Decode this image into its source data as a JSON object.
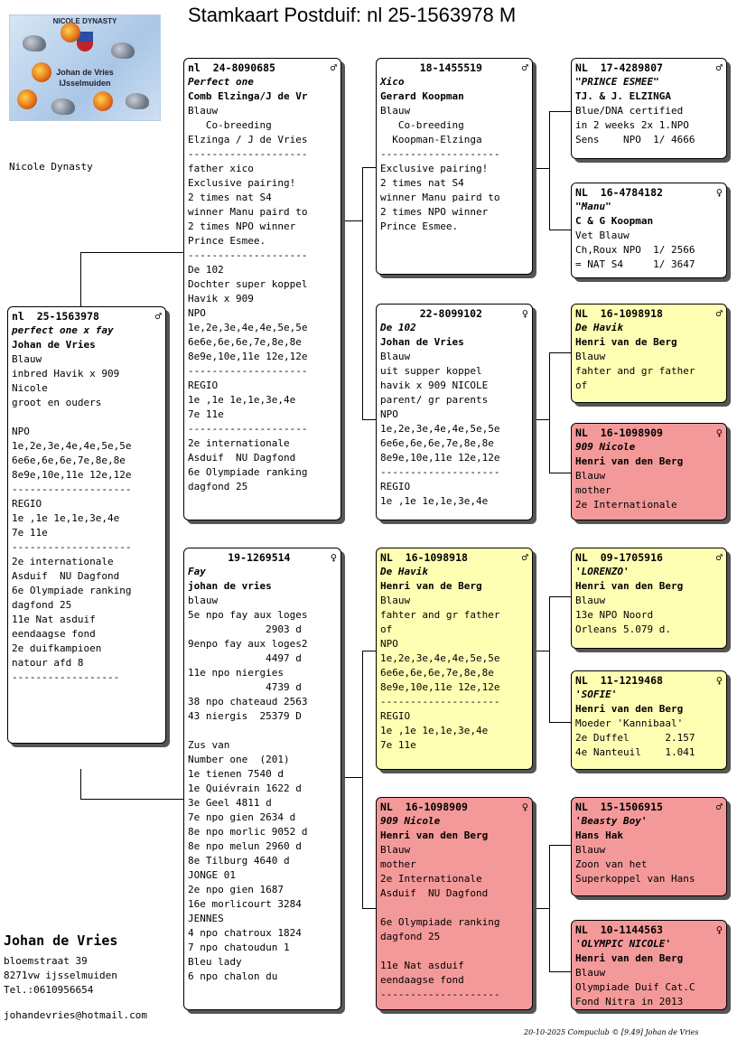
{
  "title": "Stamkaart Postduif: nl  25-1563978 M",
  "logo": {
    "top_text": "NICOLE DYNASTY",
    "name": "Johan de Vries",
    "place": "IJsselmuiden"
  },
  "dynasty_label": "Nicole Dynasty",
  "owner": {
    "name": "Johan de Vries",
    "address": "bloemstraat 39",
    "city": "8271vw  ijsselmuiden",
    "phone": "Tel.:0610956654",
    "email": "johandevries@hotmail.com"
  },
  "footer": "20-10-2025   Compuclub © [9.49]  Johan de Vries",
  "pigeons": {
    "main": {
      "ring": "nl  25-1563978",
      "sex": "♂",
      "name": "perfect one x fay",
      "owner": "Johan de Vries",
      "lines": [
        "Blauw",
        "inbred Havik x 909",
        "Nicole",
        "groot en ouders",
        "",
        "NPO",
        "1e,2e,3e,4e,4e,5e,5e",
        "6e6e,6e,6e,7e,8e,8e",
        "8e9e,10e,11e 12e,12e",
        "--------------------",
        "REGIO",
        "1e ,1e 1e,1e,3e,4e",
        "7e 11e",
        "--------------------",
        "2e internationale",
        "Asduif  NU Dagfond",
        "6e Olympiade ranking",
        "dagfond 25",
        "11e Nat asduif",
        "eendaagse fond",
        "2e duifkampioen",
        "natour afd 8",
        "------------------"
      ]
    },
    "father": {
      "ring": "nl  24-8090685",
      "sex": "♂",
      "name": "Perfect one",
      "owner": "Comb Elzinga/J de Vr",
      "lines": [
        "Blauw",
        "   Co-breeding",
        "Elzinga / J de Vries",
        "--------------------",
        "father xico",
        "Exclusive pairing!",
        "2 times nat S4",
        "winner Manu paird to",
        "2 times NPO winner",
        "Prince Esmee.",
        "--------------------",
        "De 102",
        "Dochter super koppel",
        "Havik x 909",
        "NPO",
        "1e,2e,3e,4e,4e,5e,5e",
        "6e6e,6e,6e,7e,8e,8e",
        "8e9e,10e,11e 12e,12e",
        "--------------------",
        "REGIO",
        "1e ,1e 1e,1e,3e,4e",
        "7e 11e",
        "--------------------",
        "2e internationale",
        "Asduif  NU Dagfond",
        "6e Olympiade ranking",
        "dagfond 25"
      ]
    },
    "mother": {
      "ring": "19-1269514",
      "sex": "♀",
      "name": "Fay",
      "owner": "johan de vries",
      "lines": [
        "blauw",
        "5e npo fay aux loges",
        "             2903 d",
        "9enpo fay aux loges2",
        "             4497 d",
        "11e npo niergies",
        "             4739 d",
        "38 npo chateaud 2563",
        "43 niergis  25379 D",
        "",
        "Zus van",
        "Number one  (201)",
        "1e tienen 7540 d",
        "1e Quiévrain 1622 d",
        "3e Geel 4811 d",
        "7e npo gien 2634 d",
        "8e npo morlic 9052 d",
        "8e npo melun 2960 d",
        "8e Tilburg 4640 d",
        "JONGE 01",
        "2e npo gien 1687",
        "16e morlicourt 3284",
        "JENNES",
        "4 npo chatroux 1824",
        "7 npo chatoudun 1",
        "Bleu lady",
        "6 npo chalon du"
      ]
    },
    "ff": {
      "ring": "18-1455519",
      "sex": "♂",
      "name": "Xico",
      "owner": "Gerard Koopman",
      "lines": [
        "Blauw",
        "   Co-breeding",
        "  Koopman-Elzinga",
        "--------------------",
        "Exclusive pairing!",
        "2 times nat S4",
        "winner Manu paird to",
        "2 times NPO winner",
        "Prince Esmee."
      ]
    },
    "fm": {
      "ring": "22-8099102",
      "sex": "♀",
      "name": "De 102",
      "owner": "Johan de Vries",
      "lines": [
        "Blauw",
        "uit supper koppel",
        "havik x 909 NICOLE",
        "parent/ gr parents",
        "NPO",
        "1e,2e,3e,4e,4e,5e,5e",
        "6e6e,6e,6e,7e,8e,8e",
        "8e9e,10e,11e 12e,12e",
        "--------------------",
        "REGIO",
        "1e ,1e 1e,1e,3e,4e"
      ]
    },
    "mf": {
      "ring": "NL  16-1098918",
      "sex": "♂",
      "name": "De Havik",
      "owner": "Henri van de Berg",
      "lines": [
        "Blauw",
        "fahter and gr father",
        "of",
        "NPO",
        "1e,2e,3e,4e,4e,5e,5e",
        "6e6e,6e,6e,7e,8e,8e",
        "8e9e,10e,11e 12e,12e",
        "--------------------",
        "REGIO",
        "1e ,1e 1e,1e,3e,4e",
        "7e 11e"
      ]
    },
    "mm": {
      "ring": "NL  16-1098909",
      "sex": "♀",
      "name": "909 Nicole",
      "owner": "Henri van den Berg",
      "lines": [
        "Blauw",
        "mother",
        "2e Internationale",
        "Asduif  NU Dagfond",
        "",
        "6e Olympiade ranking",
        "dagfond 25",
        "",
        "11e Nat asduif",
        "eendaagse fond",
        "--------------------"
      ]
    },
    "fff": {
      "ring": "NL  17-4289807",
      "sex": "♂",
      "name": "\"PRINCE ESMEE\"",
      "owner": "TJ. & J. ELZINGA",
      "lines": [
        "Blue/DNA certified",
        "in 2 weeks 2x 1.NPO",
        "Sens    NPO  1/ 4666"
      ]
    },
    "ffm": {
      "ring": "NL  16-4784182",
      "sex": "♀",
      "name": "\"Manu\"",
      "owner": "C & G Koopman",
      "lines": [
        "Vet Blauw",
        "Ch,Roux NPO  1/ 2566",
        "= NAT S4     1/ 3647"
      ]
    },
    "fmf": {
      "ring": "NL  16-1098918",
      "sex": "♂",
      "name": "De Havik",
      "owner": "Henri van de Berg",
      "lines": [
        "Blauw",
        "fahter and gr father",
        "of"
      ]
    },
    "fmm": {
      "ring": "NL  16-1098909",
      "sex": "♀",
      "name": "909 Nicole",
      "owner": "Henri van den Berg",
      "lines": [
        "Blauw",
        "mother",
        "2e Internationale"
      ]
    },
    "mff": {
      "ring": "NL  09-1705916",
      "sex": "♂",
      "name": "'LORENZO'",
      "owner": "Henri van den Berg",
      "lines": [
        "Blauw",
        "13e NPO Noord",
        "Orleans 5.079 d."
      ]
    },
    "mfm": {
      "ring": "NL  11-1219468",
      "sex": "♀",
      "name": "'SOFIE'",
      "owner": "Henri van den Berg",
      "lines": [
        "Moeder 'Kannibaal'",
        "2e Duffel      2.157",
        "4e Nanteuil    1.041"
      ]
    },
    "mmf": {
      "ring": "NL  15-1506915",
      "sex": "♂",
      "name": "'Beasty Boy'",
      "owner": "Hans Hak",
      "lines": [
        "Blauw",
        "Zoon van het",
        "Superkoppel van Hans"
      ]
    },
    "mmm": {
      "ring": "NL  10-1144563",
      "sex": "♀",
      "name": "'OLYMPIC NICOLE'",
      "owner": "Henri van den Berg",
      "lines": [
        "Blauw",
        "Olympiade Duif Cat.C",
        "Fond Nitra in 2013"
      ]
    }
  }
}
